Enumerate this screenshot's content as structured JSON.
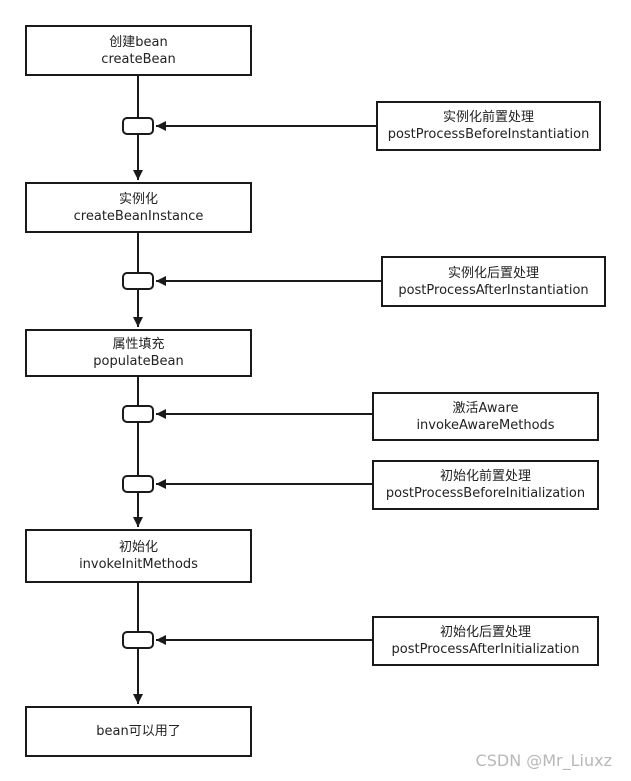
{
  "stages": [
    {
      "cn": "创建bean",
      "en": "createBean"
    },
    {
      "cn": "实例化",
      "en": "createBeanInstance"
    },
    {
      "cn": "属性填充",
      "en": "populateBean"
    },
    {
      "cn": "初始化",
      "en": "invokeInitMethods"
    },
    {
      "cn": "bean可以用了",
      "en": ""
    }
  ],
  "hooks": [
    {
      "cn": "实例化前置处理",
      "en": "postProcessBeforeInstantiation"
    },
    {
      "cn": "实例化后置处理",
      "en": "postProcessAfterInstantiation"
    },
    {
      "cn": "激活Aware",
      "en": "invokeAwareMethods"
    },
    {
      "cn": "初始化前置处理",
      "en": "postProcessBeforeInitialization"
    },
    {
      "cn": "初始化后置处理",
      "en": "postProcessAfterInitialization"
    }
  ],
  "watermark": "CSDN @Mr_Liuxz",
  "colors": {
    "line": "#1a1a1a",
    "text": "#222222",
    "watermark": "#b8b8b8"
  }
}
